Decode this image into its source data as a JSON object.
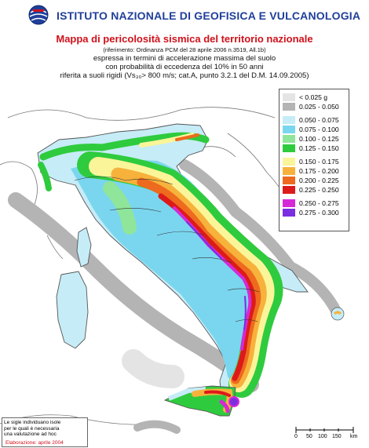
{
  "header": {
    "institute": "ISTITUTO NAZIONALE DI GEOFISICA E VULCANOLOGIA",
    "logo_icon": "globe-logo-icon"
  },
  "map": {
    "title": "Mappa di pericolosità sismica del territorio nazionale",
    "reference": "(riferimento: Ordinanza PCM del 28 aprile 2006 n.3519, All.1b)",
    "desc_line1": "espressa in termini di accelerazione massima del suolo",
    "desc_line2": "con probabilità di eccedenza del 10% in 50 anni",
    "desc_line3": "riferita a suoli rigidi (Vs₃₀> 800 m/s; cat.A, punto 3.2.1 del D.M. 14.09.2005)"
  },
  "legend": {
    "items": [
      {
        "label": "< 0.025 g",
        "color": "#e4e4e4"
      },
      {
        "label": "0.025 - 0.050",
        "color": "#b4b4b4"
      },
      {
        "label": "0.050 - 0.075",
        "color": "#c6ecf7"
      },
      {
        "label": "0.075 - 0.100",
        "color": "#7ad6ef"
      },
      {
        "label": "0.100 - 0.125",
        "color": "#8fe59a"
      },
      {
        "label": "0.125 - 0.150",
        "color": "#2fcb3e"
      },
      {
        "label": "0.150 - 0.175",
        "color": "#fbf59a"
      },
      {
        "label": "0.175 - 0.200",
        "color": "#f7b23c"
      },
      {
        "label": "0.200 - 0.225",
        "color": "#ed6a1e"
      },
      {
        "label": "0.225 - 0.250",
        "color": "#dd1a1a"
      },
      {
        "label": "0.250 - 0.275",
        "color": "#d629d6"
      },
      {
        "label": "0.275 - 0.300",
        "color": "#7a2ee0"
      }
    ]
  },
  "note": {
    "line1": "Le sigle individuano isole",
    "line2": "per le quali è necessaria",
    "line3": "una valutazione ad hoc",
    "date": "Elaborazione: aprile 2004"
  },
  "scale_bar": {
    "labels": [
      "0",
      "50",
      "100",
      "150",
      "km"
    ]
  }
}
